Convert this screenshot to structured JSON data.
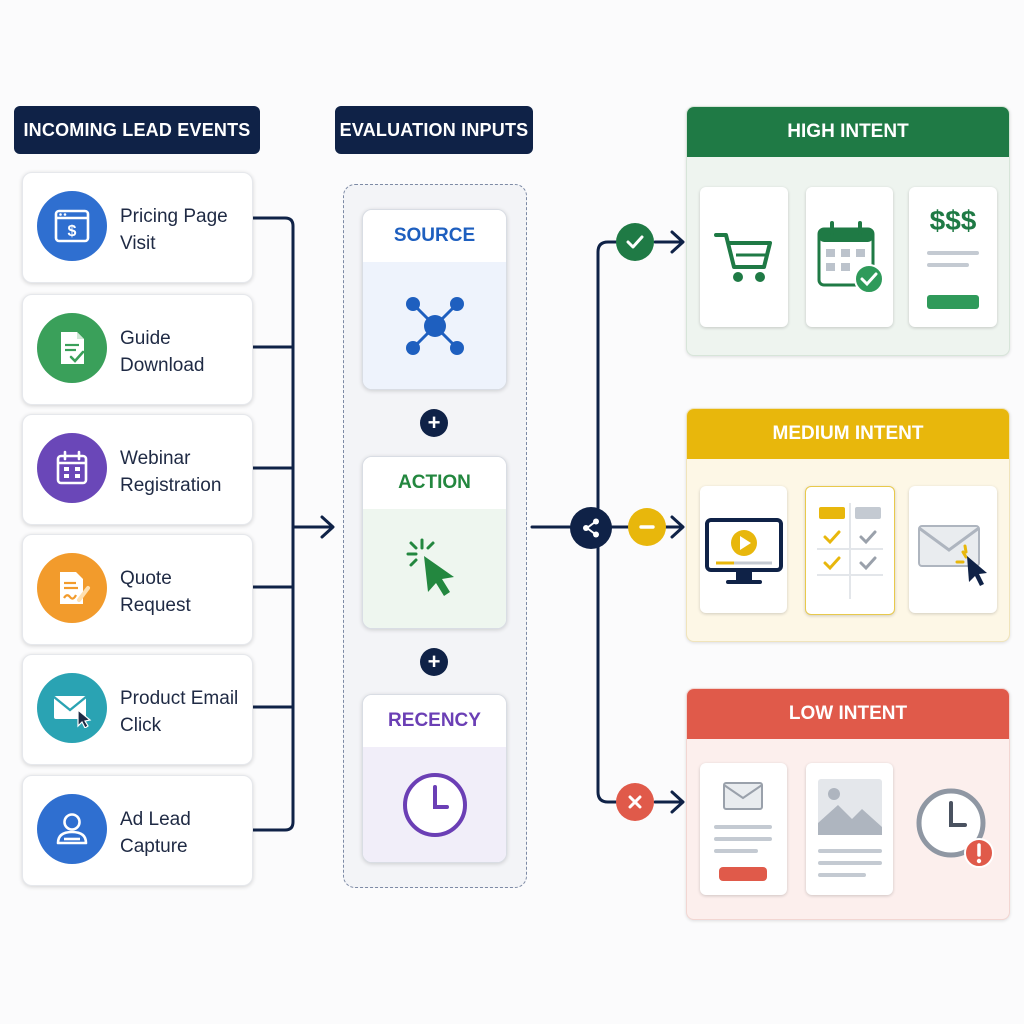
{
  "colors": {
    "navy": "#0f2247",
    "high": "#1f7a45",
    "medium": "#e8b70c",
    "low": "#e05a4a",
    "source": "#1e5fbf",
    "action": "#23873f",
    "recency": "#6b3fb5"
  },
  "headers": {
    "events": "INCOMING LEAD EVENTS",
    "inputs": "EVALUATION INPUTS"
  },
  "events": [
    {
      "label": "Pricing Page\nVisit",
      "icon": "pricing-page-icon"
    },
    {
      "label": "Guide\nDownload",
      "icon": "document-check-icon"
    },
    {
      "label": "Webinar\nRegistration",
      "icon": "calendar-icon"
    },
    {
      "label": "Quote\nRequest",
      "icon": "quote-document-icon"
    },
    {
      "label": "Product Email\nClick",
      "icon": "email-click-icon"
    },
    {
      "label": "Ad Lead\nCapture",
      "icon": "user-icon"
    }
  ],
  "inputs": {
    "source": "SOURCE",
    "action": "ACTION",
    "recency": "RECENCY",
    "plus": "+"
  },
  "intents": {
    "high": "HIGH INTENT",
    "medium": "MEDIUM INTENT",
    "low": "LOW INTENT",
    "price_symbol": "$$$"
  }
}
